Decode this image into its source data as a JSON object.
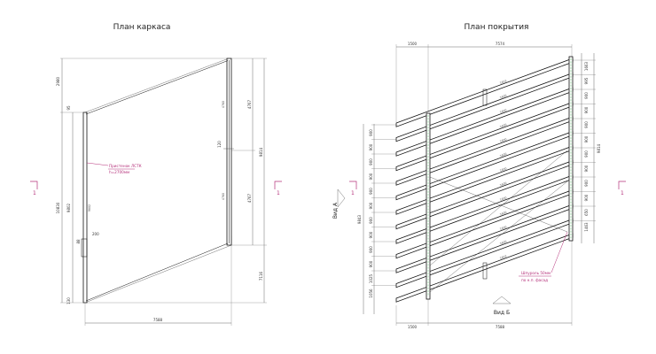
{
  "left_view": {
    "title": "План каркаса",
    "dims": {
      "top_left": "2980",
      "small_a": "95",
      "height_total": "10830",
      "height_inner": "9802",
      "small_b": "88",
      "bottom_small": "130",
      "width_bottom": "7588",
      "right_total": "9814",
      "right_upper": "4767",
      "right_lower": "4767",
      "right_bottom": "7116",
      "mid_post": "120",
      "post_200": "200",
      "beam_text_1": "9802",
      "beam_text_2": "4760",
      "beam_text_3": "4760"
    },
    "callout_line1": "Пристенок ЛСТК",
    "callout_line2": "h=2700мм",
    "section_label": "1"
  },
  "right_view": {
    "title": "План покрытия",
    "dims": {
      "top_left": "1500",
      "top_width": "7574",
      "bottom_left": "1500",
      "bottom_width": "7588",
      "left_total": "9843",
      "right_total": "9814",
      "left_spacing": [
        "900",
        "900",
        "900",
        "900",
        "900",
        "900",
        "900",
        "900",
        "900",
        "900",
        "1025",
        "1056"
      ],
      "right_spacing": [
        "1663",
        "995",
        "900",
        "900",
        "900",
        "900",
        "900",
        "900",
        "900",
        "900",
        "650",
        "1463"
      ],
      "beam_label": "1600",
      "beam_label_alt": "1603"
    },
    "callout_line1": "Шпуроль 50мм",
    "callout_line2": "по н.п. фасад",
    "view_label": "Вид Б",
    "side_label": "Вид А",
    "section_label": "1"
  }
}
